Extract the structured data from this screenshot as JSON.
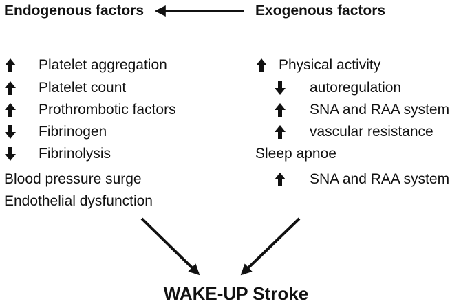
{
  "headers": {
    "endogenous": "Endogenous factors",
    "exogenous": "Exogenous factors"
  },
  "endogenous_items": [
    {
      "arrow": "up",
      "label": "Platelet aggregation"
    },
    {
      "arrow": "up",
      "label": "Platelet count"
    },
    {
      "arrow": "up",
      "label": "Prothrombotic factors"
    },
    {
      "arrow": "down",
      "label": "Fibrinogen"
    },
    {
      "arrow": "down",
      "label": "Fibrinolysis"
    },
    {
      "arrow": "none",
      "label": "Blood pressure surge"
    },
    {
      "arrow": "none",
      "label": "Endothelial dysfunction"
    }
  ],
  "exogenous_items": [
    {
      "arrow": "up",
      "label": "Physical activity"
    },
    {
      "arrow": "down",
      "label": "autoregulation"
    },
    {
      "arrow": "up",
      "label": "SNA and RAA system"
    },
    {
      "arrow": "up",
      "label": "vascular resistance"
    },
    {
      "arrow": "none",
      "label": "Sleep apnoe"
    },
    {
      "arrow": "up",
      "label": "SNA and RAA system"
    }
  ],
  "outcome": "WAKE-UP Stroke",
  "icons": {
    "up": "arrow-up-icon",
    "down": "arrow-down-icon",
    "connector": "arrow-connector-icon"
  },
  "colors": {
    "text": "#111111",
    "background": "#ffffff"
  }
}
